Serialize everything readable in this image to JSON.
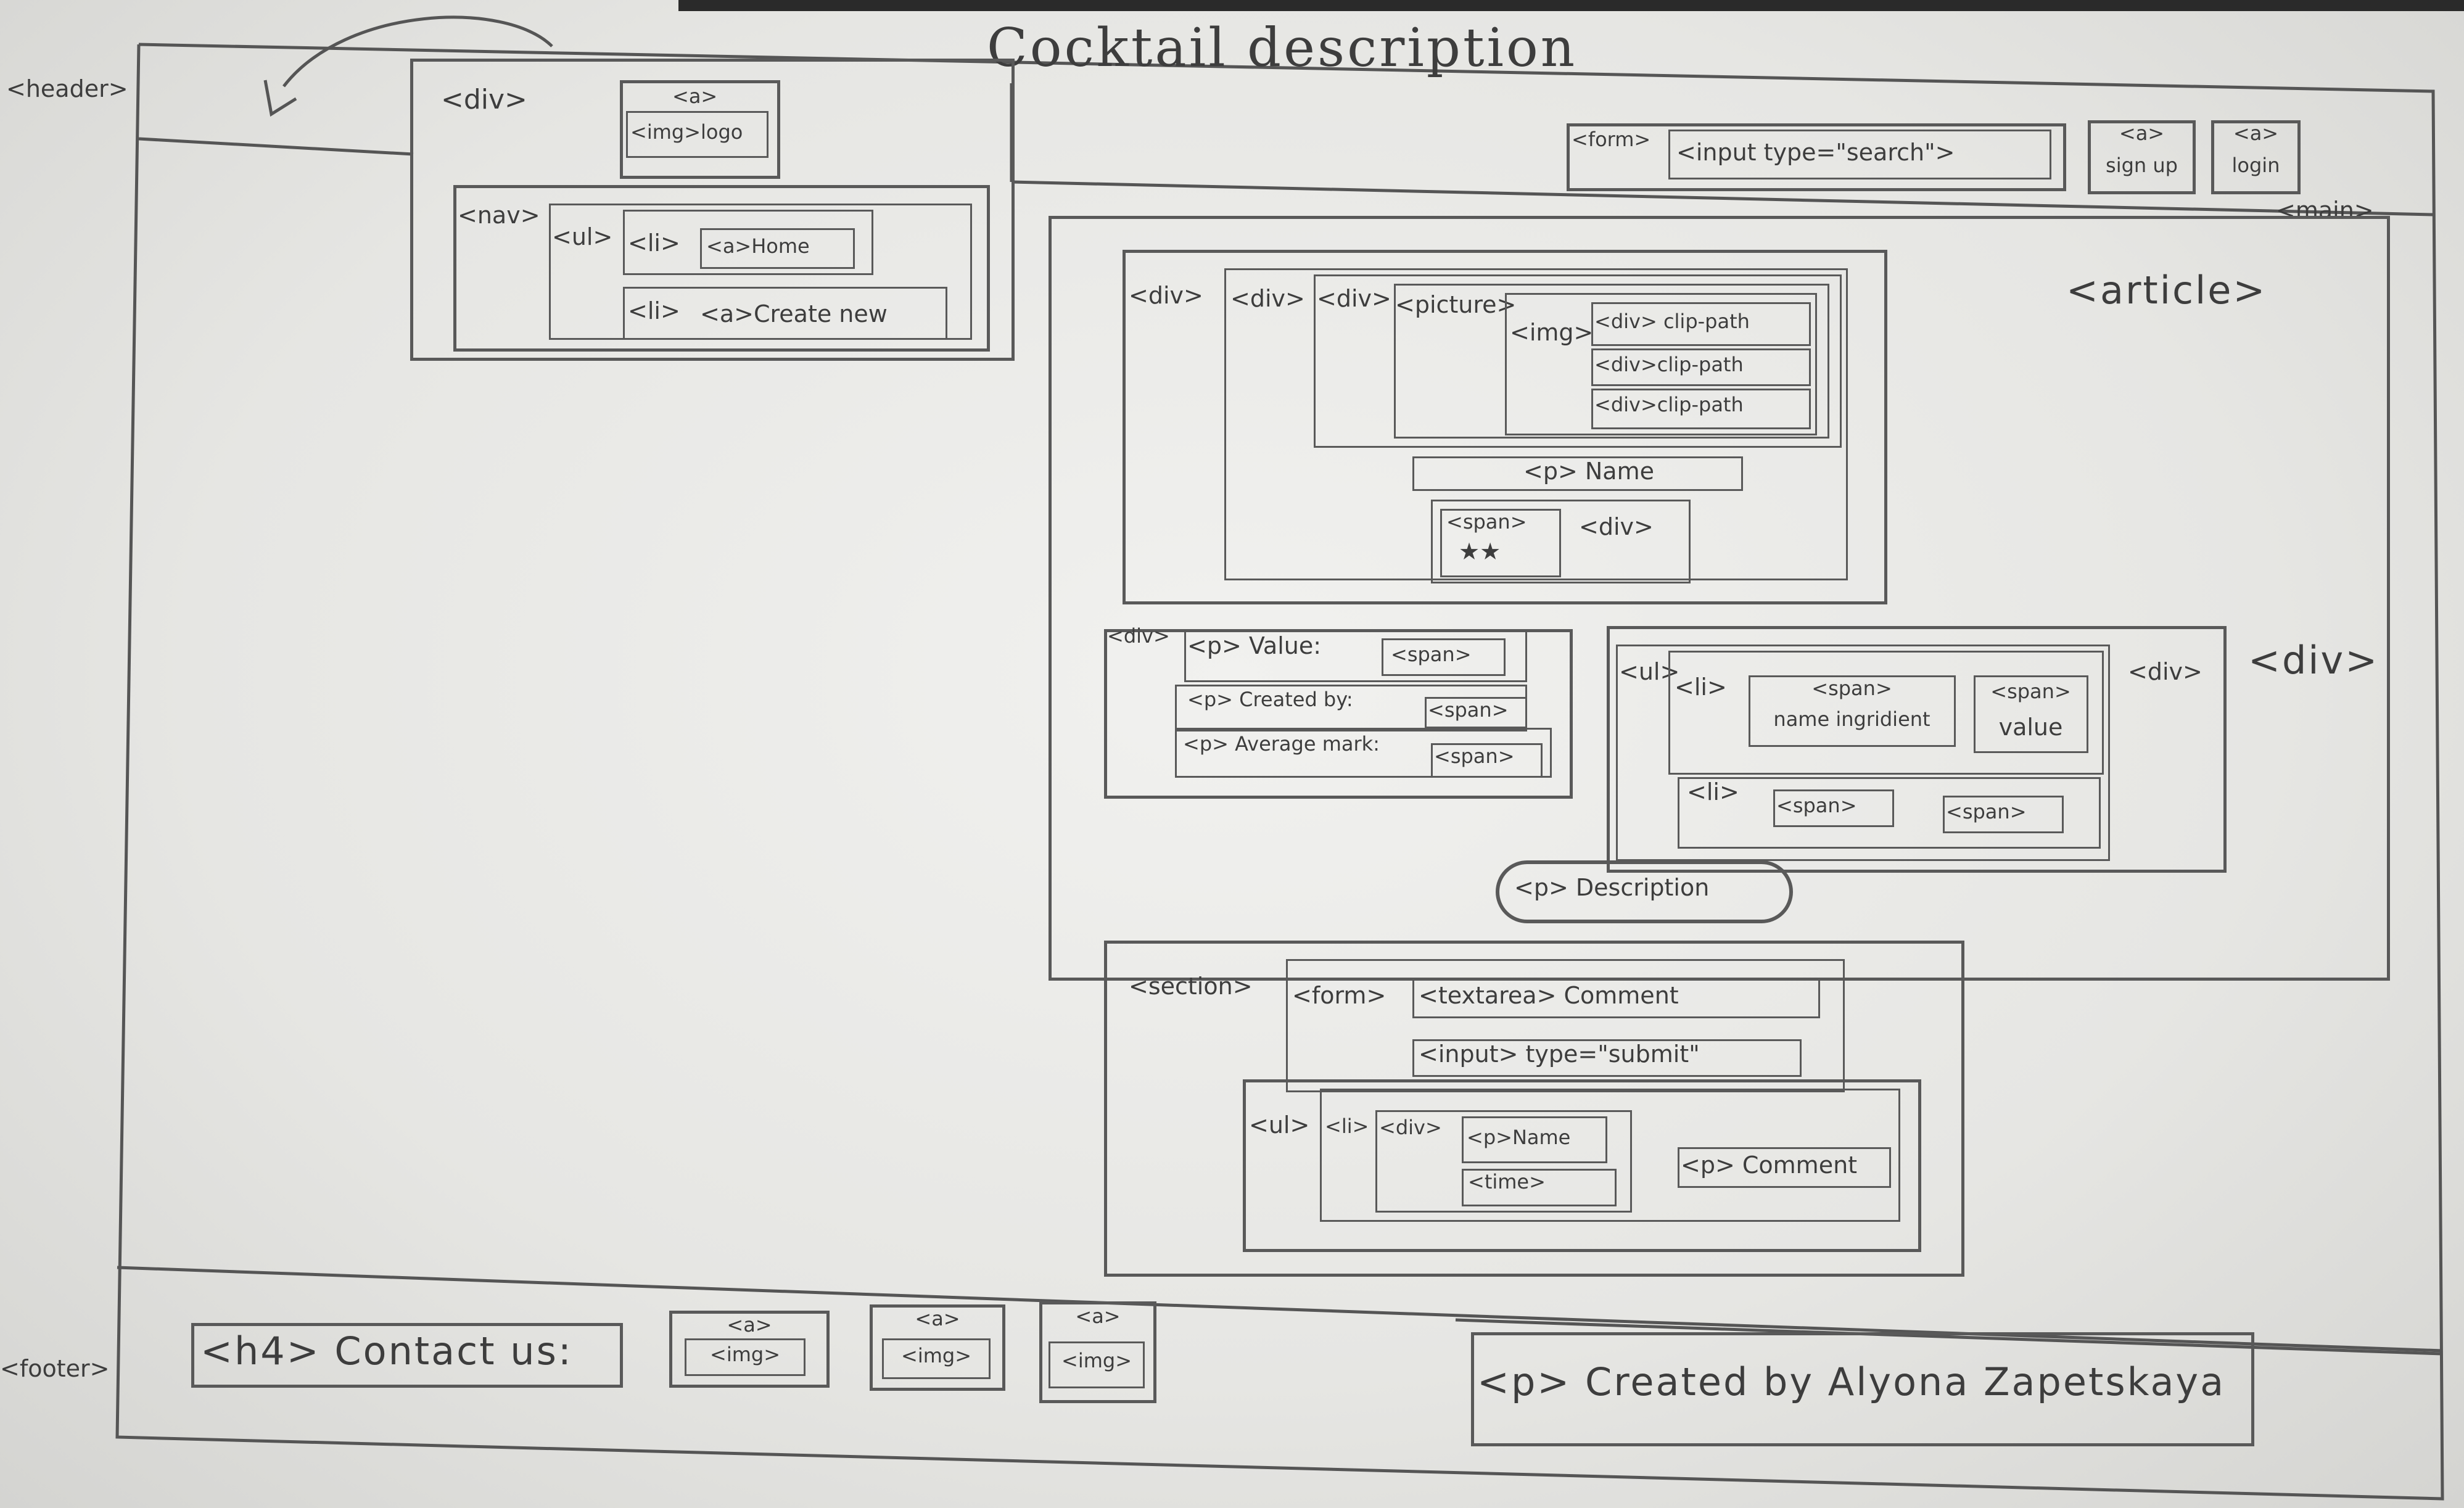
{
  "title": "Cocktail description",
  "header": {
    "label": "<header>",
    "div": "<div>",
    "a_logo": "<a>",
    "img_logo": "<img>logo",
    "nav": "<nav>",
    "ul": "<ul>",
    "li1": "<li>",
    "a_home": "<a>Home",
    "li2": "<li>",
    "a_create": "<a>Create new",
    "form": "<form>",
    "search_input": "<input type=\"search\">",
    "a_signup": "<a>",
    "signup": "sign up",
    "a_login": "<a>",
    "login": "login"
  },
  "main": {
    "label": "<main>",
    "article": "<article>",
    "div1": "<div>",
    "div2": "<div>",
    "div3": "<div>",
    "picture": "<picture>",
    "img": "<img>",
    "clip1": "<div> clip-path",
    "clip2": "<div>clip-path",
    "clip3": "<div>clip-path",
    "p_name": "<p> Name",
    "span_stars": "<span>",
    "stars": "★★",
    "rating_div": "<div>",
    "info_div": "<div>",
    "p_value": "<p> Value:",
    "span1": "<span>",
    "p_created": "<p> Created by:",
    "span2": "<span>",
    "p_avg": "<p> Average mark:",
    "span3": "<span>",
    "ul": "<ul>",
    "li1": "<li>",
    "span_name": "<span>",
    "name_ing": "name ingridient",
    "span_value": "<span>",
    "value": "value",
    "li2": "<li>",
    "span4": "<span>",
    "span5": "<span>",
    "div_inner": "<div>",
    "div_outer": "<div>",
    "p_description": "<p> Description"
  },
  "section": {
    "label": "<section>",
    "form": "<form>",
    "textarea": "<textarea> Comment",
    "submit": "<input> type=\"submit\"",
    "ul": "<ul>",
    "li": "<li>",
    "div": "<div>",
    "p_name": "<p>Name",
    "time": "<time>",
    "p_comment": "<p> Comment"
  },
  "footer": {
    "label": "<footer>",
    "h4": "<h4> Contact us:",
    "a1": "<a>",
    "img1": "<img>",
    "a2": "<a>",
    "img2": "<img>",
    "a3": "<a>",
    "img3": "<img>",
    "credit": "<p> Created by Alyona Zapetskaya"
  }
}
